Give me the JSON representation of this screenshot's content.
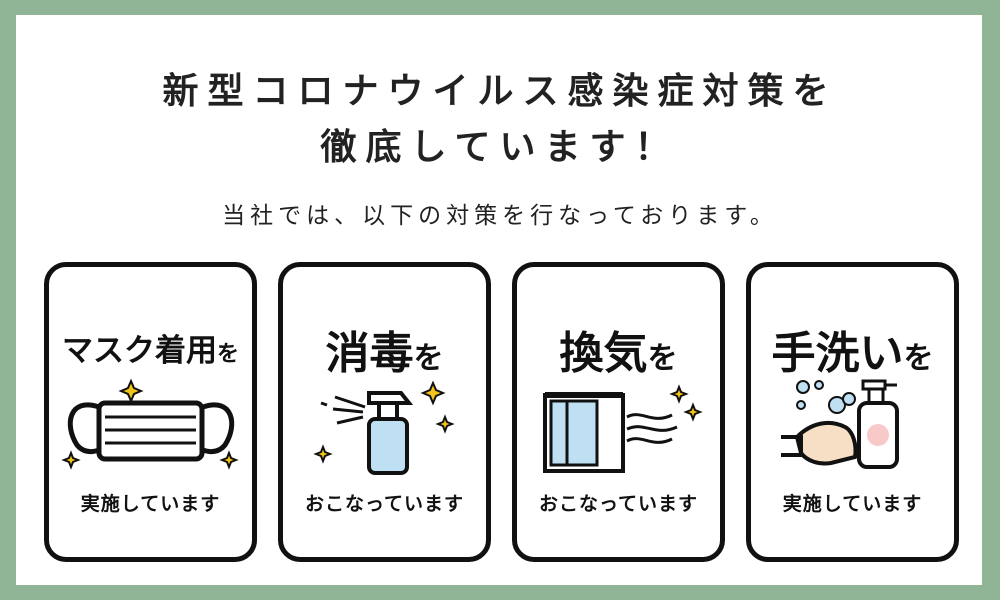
{
  "title_line1": "新型コロナウイルス感染症対策を",
  "title_line2": "徹底しています！",
  "subtitle": "当社では、以下の対策を行なっております。",
  "cards": [
    {
      "heading": "マスク着用",
      "particle": "を",
      "footer": "実施しています",
      "icon": "mask-icon"
    },
    {
      "heading": "消毒",
      "particle": "を",
      "footer": "おこなっています",
      "icon": "spray-bottle-icon"
    },
    {
      "heading": "換気",
      "particle": "を",
      "footer": "おこなっています",
      "icon": "window-ventilation-icon"
    },
    {
      "heading": "手洗い",
      "particle": "を",
      "footer": "実施しています",
      "icon": "hand-soap-icon"
    }
  ],
  "colors": {
    "background": "#8fb596",
    "panel": "#ffffff",
    "accent_blue": "#bfe0f2",
    "accent_pink": "#f7c9c9",
    "sparkle": "#f2c418",
    "skin": "#f6dfc4"
  }
}
